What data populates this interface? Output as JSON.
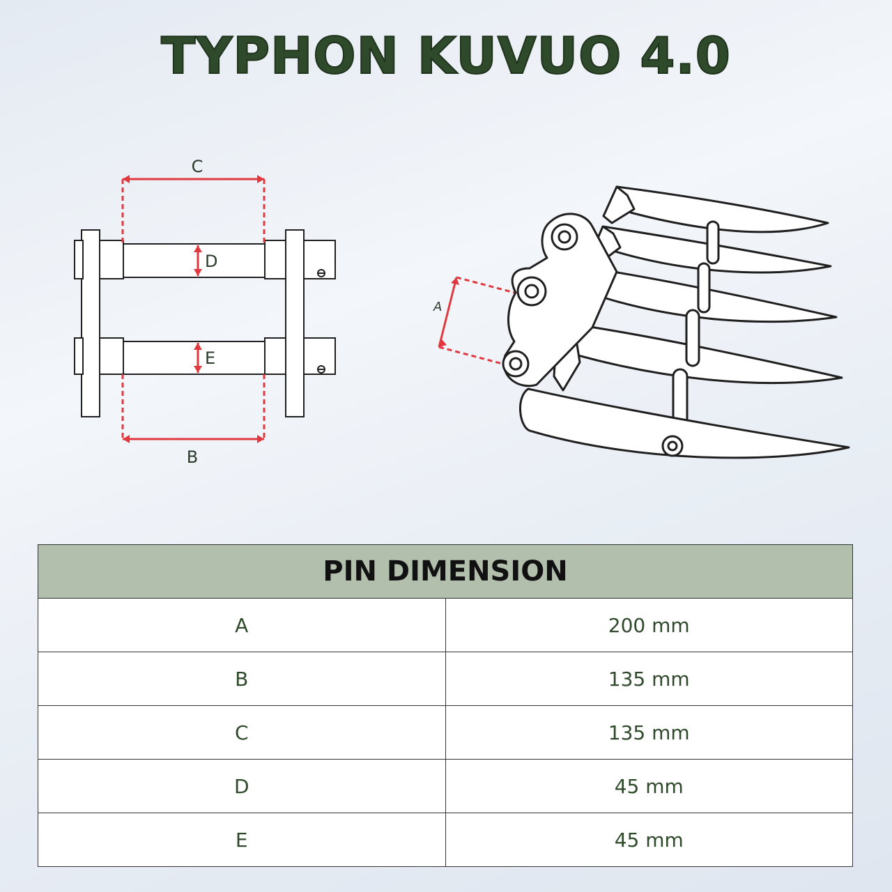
{
  "title": "TYPHON KUVUO 4.0",
  "diagram": {
    "labels": {
      "a": "A",
      "b": "B",
      "c": "C",
      "d": "D",
      "e": "E"
    },
    "accent_color": "#e0383e",
    "line_color": "#1f1f1f"
  },
  "table": {
    "header": "PIN DIMENSION",
    "header_bg": "#b3bfad",
    "rows": [
      {
        "label": "A",
        "value": "200 mm"
      },
      {
        "label": "B",
        "value": "135 mm"
      },
      {
        "label": "C",
        "value": "135 mm"
      },
      {
        "label": "D",
        "value": "45 mm"
      },
      {
        "label": "E",
        "value": "45 mm"
      }
    ]
  }
}
